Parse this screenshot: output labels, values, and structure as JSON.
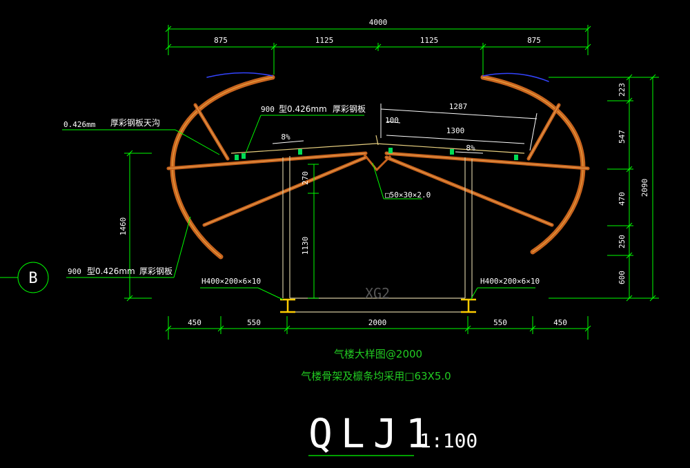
{
  "dimensions": {
    "top_total": "4000",
    "top_segments": [
      "875",
      "1125",
      "1125",
      "875"
    ],
    "bottom_segments": [
      "450",
      "550",
      "2000",
      "550",
      "450"
    ],
    "right_segments": [
      "223",
      "547",
      "470",
      "250",
      "600"
    ],
    "right_total": "2090",
    "left_height": "1460",
    "post_upper": "270",
    "post_height": "1130",
    "span_1287": "1287",
    "span_100": "100",
    "span_1300": "1300",
    "slope_left": "8%",
    "slope_right": "8%"
  },
  "labels": {
    "gutter_thickness": "0.426mm",
    "gutter_name": "厚彩钢板天沟",
    "roof_spec_num": "900",
    "roof_spec_mid": "型0.426mm",
    "roof_name": "厚彩钢板",
    "left_spec_num": "900",
    "left_spec_mid": "型0.426mm",
    "left_name": "厚彩钢板",
    "purlin_spec": "□50×30×2.0",
    "column_left": "H400×200×6×10",
    "column_right": "H400×200×6×10",
    "beam_tag": "XG2",
    "axis_bubble": "B"
  },
  "notes": {
    "line1": "气楼大样图@2000",
    "line2": "气楼骨架及檩条均采用□63X5.0"
  },
  "title": {
    "name": "QLJ1",
    "scale": "1:100"
  }
}
